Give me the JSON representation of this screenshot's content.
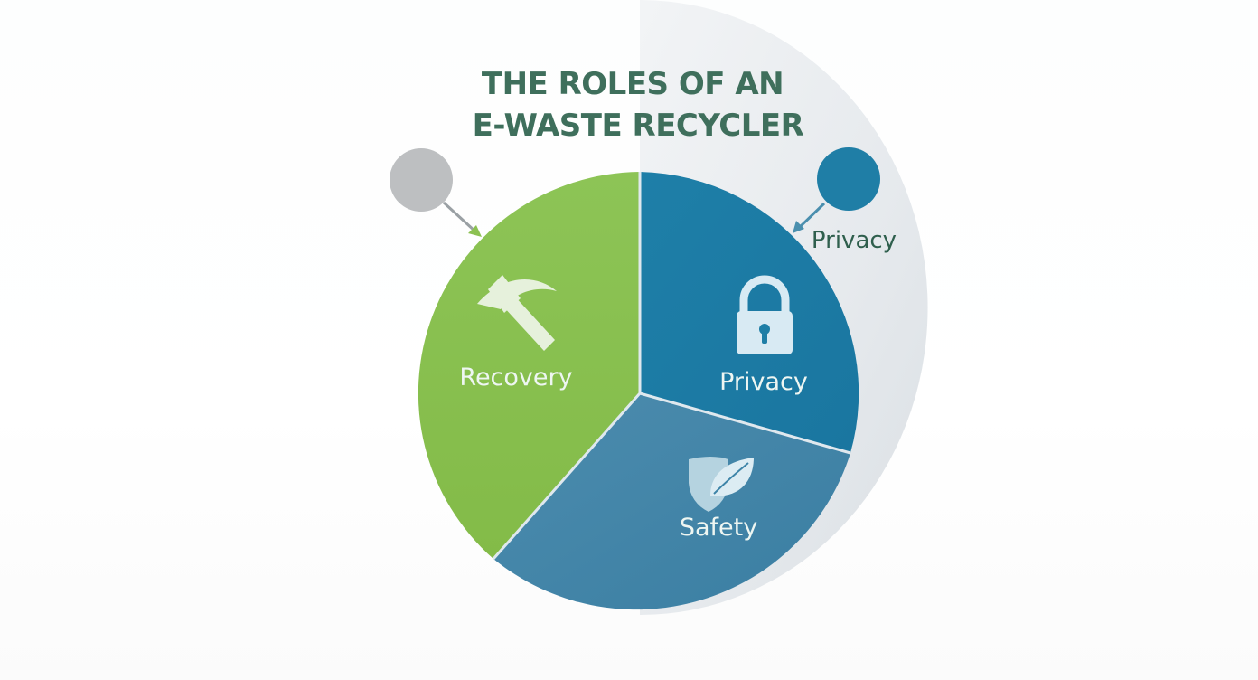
{
  "title": {
    "line1": "THE ROLES OF AN",
    "line2": "E-WASTE RECYCLER"
  },
  "segments": [
    {
      "id": "recovery",
      "label": "Recovery",
      "icon": "pickaxe-icon",
      "color": "#8cc152"
    },
    {
      "id": "privacy",
      "label": "Privacy",
      "icon": "padlock-icon",
      "color": "#1e7ea6"
    },
    {
      "id": "safety",
      "label": "Safety",
      "icon": "leaf-shield-icon",
      "color": "#3d84a8"
    }
  ],
  "callouts": [
    {
      "id": "left",
      "label": "",
      "dot_color": "#bdbfc1",
      "arrow_color": "#9aa0a4"
    },
    {
      "id": "right",
      "label": "Privacy",
      "dot_color": "#1f7ea6",
      "arrow_color": "#4a8fae"
    }
  ],
  "colors": {
    "title": "#3f6f5c",
    "backdrop": "#e4e8ec",
    "divider": "#dfe8ee"
  }
}
